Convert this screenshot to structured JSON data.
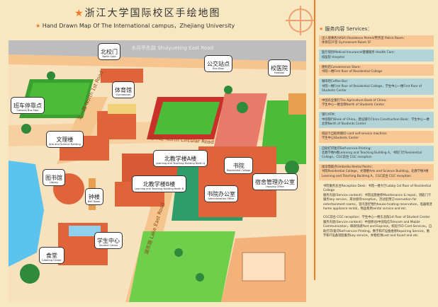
{
  "header": {
    "title": "浙江大学国际校区手绘地图",
    "subtitle": "Hand Drawn Map Of The International campus，Zhejiang University"
  },
  "colors": {
    "accent": "#f07a2a",
    "road": "#bdbdbd",
    "grass": "#4cbb3a",
    "building": "#e0643a",
    "water": "#5bc4ee"
  },
  "roads": {
    "shuiyueting": "水月亭东路 Shuiyueting East Road",
    "north1": "北一路 North 1st Road",
    "north_circular": "北环路 North Circular Road",
    "lake_east": "湖东路 Lake East Road"
  },
  "places": [
    {
      "zh": "北校门",
      "en": "North Gate"
    },
    {
      "zh": "公交站点",
      "en": "Bus Stop"
    },
    {
      "zh": "校医院",
      "en": "Hospital"
    },
    {
      "zh": "体育馆",
      "en": "Gymnasium"
    },
    {
      "zh": "班车停靠点",
      "en": "Campus Bus Stop"
    },
    {
      "zh": "文理楼",
      "en": "Arts and Science Building"
    },
    {
      "zh": "北教学楼A楼",
      "en": "Learning and Teaching Building North A"
    },
    {
      "zh": "图书馆",
      "en": "Library"
    },
    {
      "zh": "书院",
      "en": "Residential College"
    },
    {
      "zh": "宿舍管理办公室",
      "en": "Housing Office"
    },
    {
      "zh": "北教学楼B楼",
      "en": "Learning and Teaching Building North B"
    },
    {
      "zh": "书院办公室",
      "en": "Administration Office"
    },
    {
      "zh": "钟楼",
      "en": "Bell Tower"
    },
    {
      "zh": "学生中心",
      "en": "Student Center"
    },
    {
      "zh": "食堂",
      "en": "Catering Center"
    }
  ],
  "services": {
    "title": "服务内容 Services：",
    "items": [
      {
        "head": "出入境事务(VISA) Residence Permit/警务室 Police Room：",
        "body": "体育馆1F室 Gymnasium Room 1F"
      },
      {
        "head": "医疗保险Medical Insurance/健康服务 Health Care：",
        "body": "校医院 Hospital"
      },
      {
        "head": "便利店Convenience Store：",
        "body": "书院一楼First floor of Residential College"
      },
      {
        "head": "咖啡吧Coffee Bar：",
        "body": "书院一楼First floor of Residential College，学生中心一楼First floor of Students Center"
      },
      {
        "head": "中国农业银行The Agriculture Bank of China：",
        "body": "学生中心一楼北侧North of Students Center"
      },
      {
        "head": "银行ATM：",
        "body": "中国银行Bank of China，建设银行China Construction Bank：学生中心一楼北侧North of Students Center"
      },
      {
        "head": "校园卡自助终端ID card self-service machine：",
        "body": "学生中心Students Center"
      },
      {
        "head": "自助打印复印Self-service Printing：",
        "body": "北教学楼A楼Learning and Teaching Building A，书院门厅Residential College，CGC前台 CGC reception"
      },
      {
        "head": "雨伞借取点Umbrella Rental Points：",
        "body": "书院Residential College，文理楼Arts and Science Building，北教学楼A楼Learning and Teaching Building A，CGC前台 CGC reception"
      }
    ],
    "paragraphs": [
      {
        "head": "书院服务总台Reception Desk：书院一楼大厅Lobby-1st floor of Residential College",
        "body": "服务内容(Service content)：书院设施维修Maintenance & repair，钥匙门卡服务key service，来访接待reception，活动室预订reservation for entertainment rooms，室内温控预约house-heating reservation，电器租赁home appliance rental，物品租用rental service and etc."
      },
      {
        "head": "CGC前台 CGC reception：学生中心一楼东北角1st floor of Student Center",
        "body": "服务内容(Service content)：中国移动/中国电信Telecom and Mobile Communication，邮政快递Post and Express，校园卡ID Card Services，自助打印/复印Self-service Printing，数字和IT设备维修Repairing Service，数字和IT设备钥匙服务key service，失物招领Lost and found and etc."
      }
    ]
  }
}
